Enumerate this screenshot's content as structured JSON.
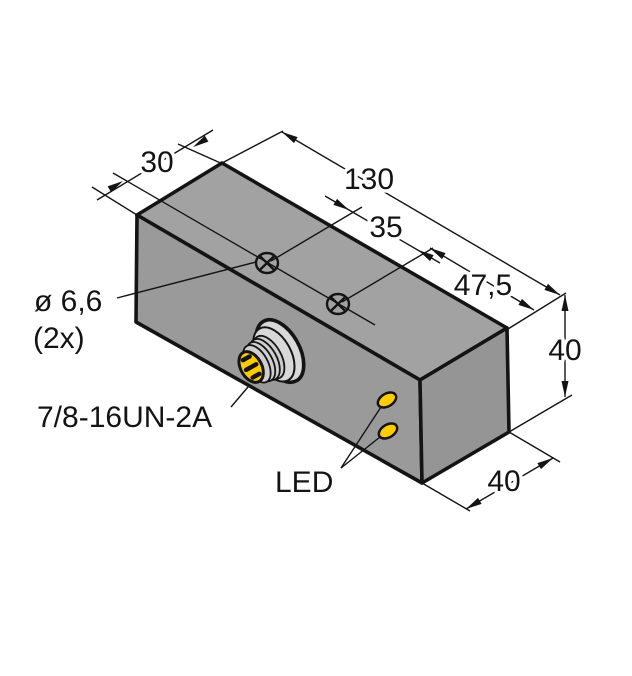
{
  "drawing": {
    "type": "isometric-dimensional-drawing",
    "dimensions": {
      "length": "130",
      "hole_spacing": "35",
      "hole_offset_from_edge": "30",
      "hole_to_end": "47,5",
      "height": "40",
      "depth": "40"
    },
    "annotations": {
      "hole_diameter": "ø 6,6",
      "hole_count": "(2x)",
      "connector_thread": "7/8-16UN-2A",
      "led": "LED"
    },
    "colors": {
      "body_top": "#a2a2a2",
      "body_front": "#9a9a9a",
      "body_side": "#959595",
      "connector_flange": "#d8d8d8",
      "connector_threads": "#cfcfcf",
      "accent_yellow": "#ffcc00",
      "line": "#141414",
      "background": "#ffffff"
    }
  }
}
